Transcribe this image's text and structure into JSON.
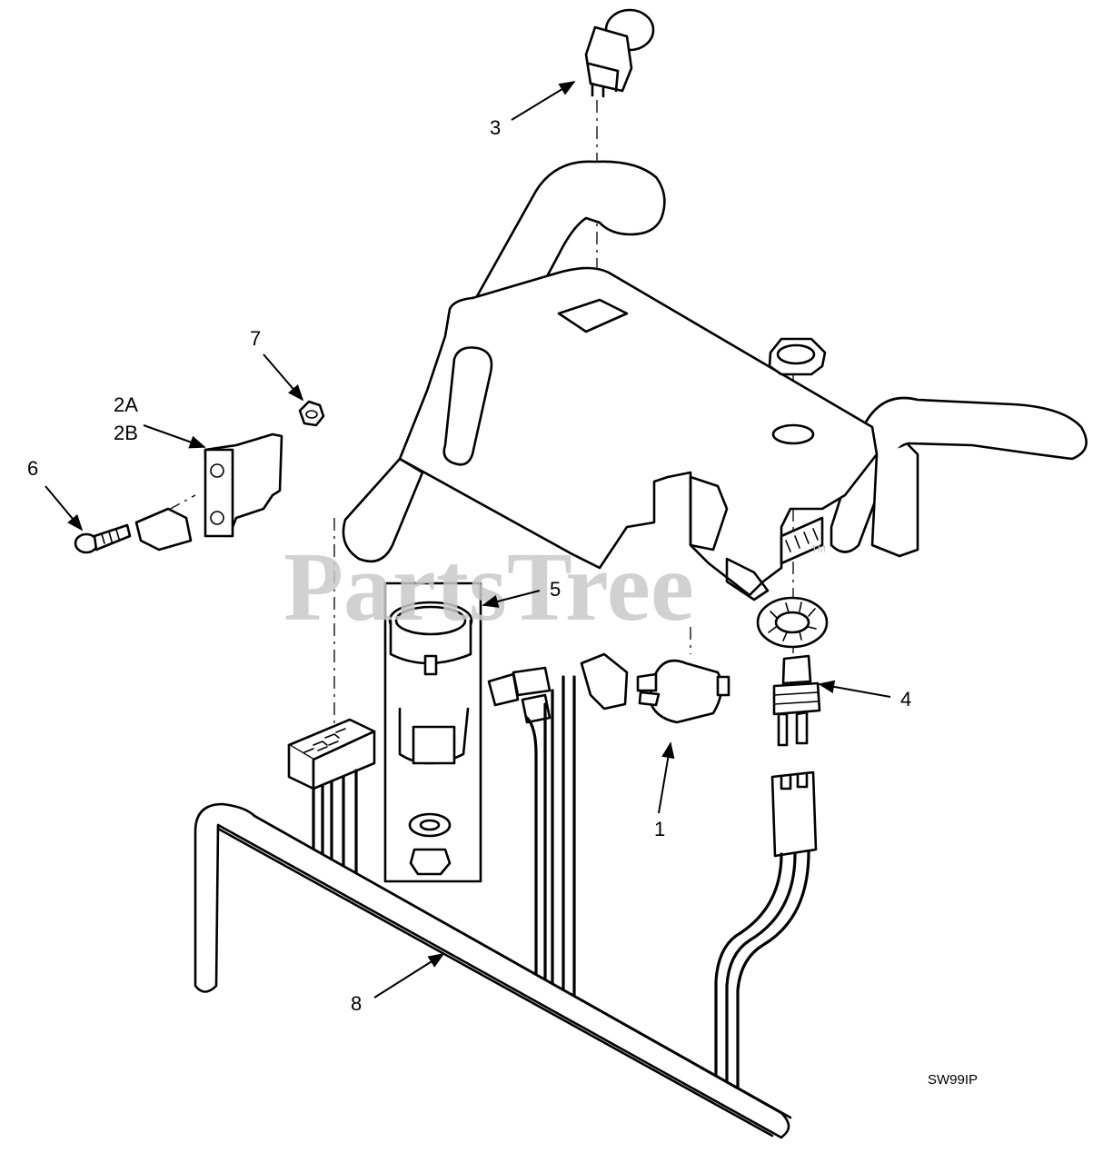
{
  "callouts": {
    "p1": "1",
    "p2a": "2A",
    "p2b": "2B",
    "p3": "3",
    "p4": "4",
    "p5": "5",
    "p6": "6",
    "p7": "7",
    "p8": "8"
  },
  "drawing_code": "SW99IP",
  "watermark": {
    "text": "PartsTree",
    "trademark": "TM"
  }
}
